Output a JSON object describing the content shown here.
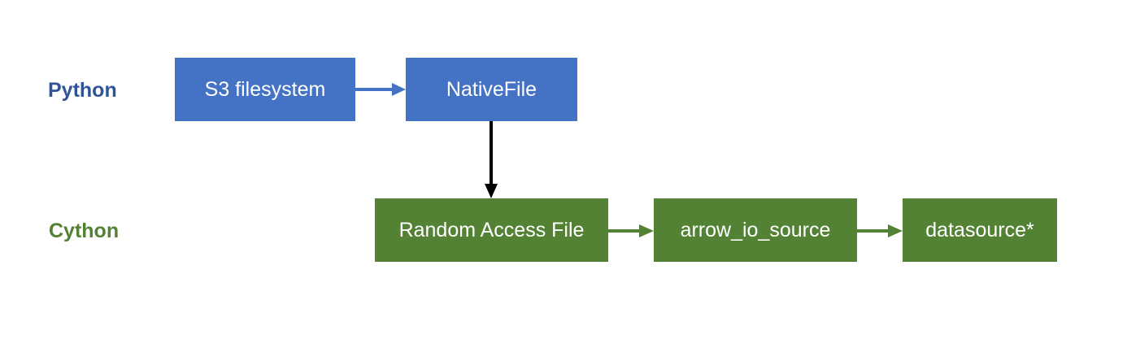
{
  "layers": {
    "python": {
      "label": "Python",
      "color": "#2f5597"
    },
    "cython": {
      "label": "Cython",
      "color": "#548235"
    }
  },
  "nodes": {
    "s3_filesystem": {
      "label": "S3 filesystem",
      "color": "#4472c4"
    },
    "native_file": {
      "label": "NativeFile",
      "color": "#4472c4"
    },
    "random_access_file": {
      "label": "Random Access File",
      "color": "#548235"
    },
    "arrow_io_source": {
      "label": "arrow_io_source",
      "color": "#548235"
    },
    "datasource": {
      "label": "datasource*",
      "color": "#548235"
    }
  },
  "edges": [
    {
      "from": "s3_filesystem",
      "to": "native_file",
      "color": "#4472c4"
    },
    {
      "from": "native_file",
      "to": "random_access_file",
      "color": "#000000"
    },
    {
      "from": "random_access_file",
      "to": "arrow_io_source",
      "color": "#548235"
    },
    {
      "from": "arrow_io_source",
      "to": "datasource",
      "color": "#548235"
    }
  ]
}
